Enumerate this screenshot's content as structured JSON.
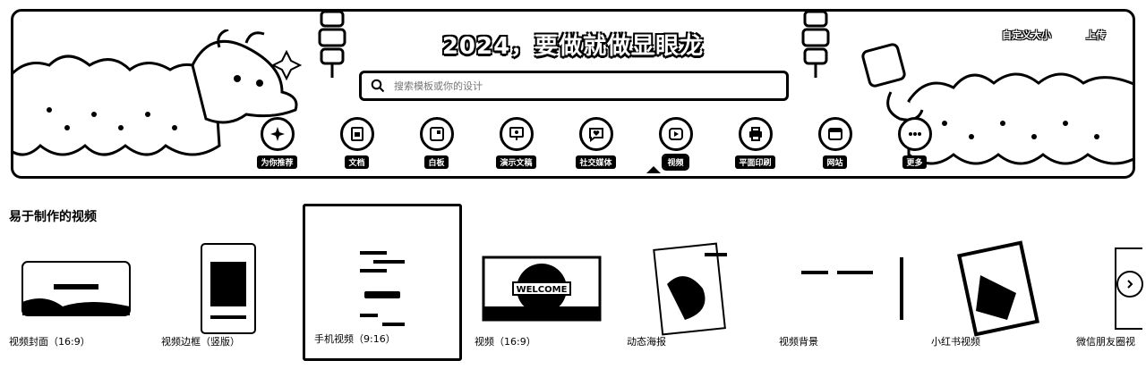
{
  "hero": {
    "title": "2024，要做就做显眼龙",
    "custom_size": "自定义大小",
    "upload": "上传",
    "search_placeholder": "搜索模板或你的设计",
    "categories": [
      {
        "label": "为你推荐",
        "icon": "sparkle-icon"
      },
      {
        "label": "文档",
        "icon": "document-icon"
      },
      {
        "label": "白板",
        "icon": "whiteboard-icon"
      },
      {
        "label": "演示文稿",
        "icon": "presentation-icon"
      },
      {
        "label": "社交媒体",
        "icon": "heart-chat-icon"
      },
      {
        "label": "视频",
        "icon": "video-icon"
      },
      {
        "label": "平面印刷",
        "icon": "printer-icon"
      },
      {
        "label": "网站",
        "icon": "browser-icon"
      },
      {
        "label": "更多",
        "icon": "more-icon"
      }
    ],
    "active_category": "视频"
  },
  "section": {
    "title": "易于制作的视频",
    "items": [
      {
        "label": "视频封面（16:9）"
      },
      {
        "label": "视频边框（竖版）"
      },
      {
        "label": "手机视频（9:16）"
      },
      {
        "label": "视频（16:9）"
      },
      {
        "label": "动态海报"
      },
      {
        "label": "视频背景"
      },
      {
        "label": "小红书视频"
      },
      {
        "label": "微信朋友圈视"
      }
    ],
    "selected": "手机视频（9:16）",
    "welcome_text": "WELCOME"
  }
}
